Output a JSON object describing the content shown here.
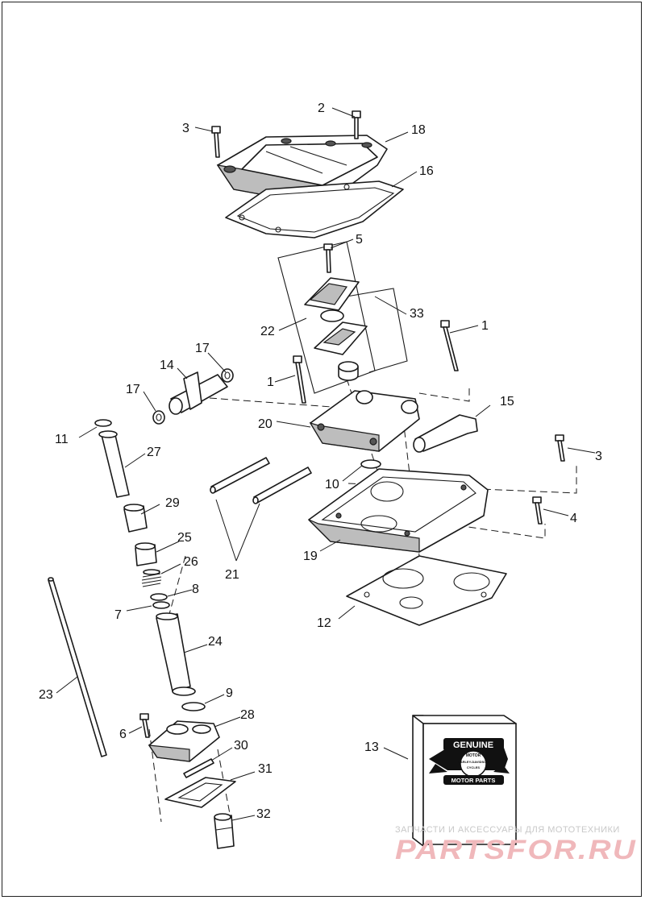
{
  "callouts": [
    {
      "id": "c1a",
      "text": "1"
    },
    {
      "id": "c1b",
      "text": "1"
    },
    {
      "id": "c2",
      "text": "2"
    },
    {
      "id": "c3a",
      "text": "3"
    },
    {
      "id": "c3b",
      "text": "3"
    },
    {
      "id": "c4",
      "text": "4"
    },
    {
      "id": "c5",
      "text": "5"
    },
    {
      "id": "c6",
      "text": "6"
    },
    {
      "id": "c7",
      "text": "7"
    },
    {
      "id": "c8",
      "text": "8"
    },
    {
      "id": "c9",
      "text": "9"
    },
    {
      "id": "c10",
      "text": "10"
    },
    {
      "id": "c11",
      "text": "11"
    },
    {
      "id": "c12",
      "text": "12"
    },
    {
      "id": "c13",
      "text": "13"
    },
    {
      "id": "c14",
      "text": "14"
    },
    {
      "id": "c15",
      "text": "15"
    },
    {
      "id": "c16",
      "text": "16"
    },
    {
      "id": "c17a",
      "text": "17"
    },
    {
      "id": "c17b",
      "text": "17"
    },
    {
      "id": "c18",
      "text": "18"
    },
    {
      "id": "c19",
      "text": "19"
    },
    {
      "id": "c20",
      "text": "20"
    },
    {
      "id": "c21",
      "text": "21"
    },
    {
      "id": "c22",
      "text": "22"
    },
    {
      "id": "c23",
      "text": "23"
    },
    {
      "id": "c24",
      "text": "24"
    },
    {
      "id": "c25",
      "text": "25"
    },
    {
      "id": "c26",
      "text": "26"
    },
    {
      "id": "c27",
      "text": "27"
    },
    {
      "id": "c28",
      "text": "28"
    },
    {
      "id": "c29",
      "text": "29"
    },
    {
      "id": "c30",
      "text": "30"
    },
    {
      "id": "c31",
      "text": "31"
    },
    {
      "id": "c32",
      "text": "32"
    },
    {
      "id": "c33",
      "text": "33"
    }
  ],
  "logo": {
    "genuine": "GENUINE",
    "motor": "MOTOR",
    "brand_line1": "HARLEY-DAVIDSON",
    "brand_line2": "CYCLES",
    "parts": "MOTOR PARTS"
  },
  "watermark": {
    "top": "ЗАПЧАСТИ И АКСЕССУАРЫ ДЛЯ МОТОТЕХНИКИ",
    "main": "PARTSFOR.RU"
  },
  "colors": {
    "line": "#1a1a1a",
    "shade": "#bdbdbd",
    "watermark_main": "#f0b8bb",
    "watermark_top": "#c8c8c8"
  }
}
